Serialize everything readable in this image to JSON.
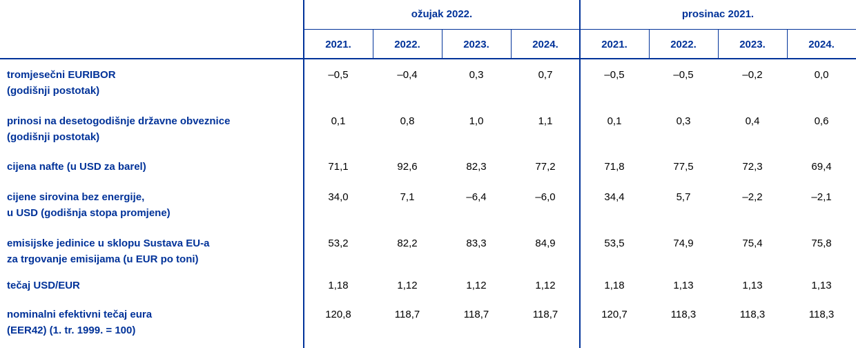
{
  "header": {
    "groups": [
      "ožujak 2022.",
      "prosinac 2021."
    ],
    "years": [
      "2021.",
      "2022.",
      "2023.",
      "2024.",
      "2021.",
      "2022.",
      "2023.",
      "2024."
    ]
  },
  "rows": [
    {
      "label": [
        "tromjesečni EURIBOR",
        "(godišnji postotak)"
      ],
      "values": [
        "–0,5",
        "–0,4",
        "0,3",
        "0,7",
        "–0,5",
        "–0,5",
        "–0,2",
        "0,0"
      ]
    },
    {
      "label": [
        "prinosi na desetogodišnje državne obveznice",
        "(godišnji postotak)"
      ],
      "values": [
        "0,1",
        "0,8",
        "1,0",
        "1,1",
        "0,1",
        "0,3",
        "0,4",
        "0,6"
      ]
    },
    {
      "label": [
        "cijena nafte (u USD za barel)",
        ""
      ],
      "values": [
        "71,1",
        "92,6",
        "82,3",
        "77,2",
        "71,8",
        "77,5",
        "72,3",
        "69,4"
      ]
    },
    {
      "label": [
        "cijene sirovina bez energije,",
        "u USD (godišnja stopa promjene)"
      ],
      "values": [
        "34,0",
        "7,1",
        "–6,4",
        "–6,0",
        "34,4",
        "5,7",
        "–2,2",
        "–2,1"
      ]
    },
    {
      "label": [
        "emisijske jedinice u sklopu Sustava EU-a",
        "za trgovanje emisijama (u EUR po toni)"
      ],
      "values": [
        "53,2",
        "82,2",
        "83,3",
        "84,9",
        "53,5",
        "74,9",
        "75,4",
        "75,8"
      ]
    },
    {
      "label": [
        "tečaj USD/EUR",
        ""
      ],
      "values": [
        "1,18",
        "1,12",
        "1,12",
        "1,12",
        "1,18",
        "1,13",
        "1,13",
        "1,13"
      ]
    },
    {
      "label": [
        "nominalni efektivni tečaj eura",
        "(EER42) (1. tr. 1999. = 100)"
      ],
      "values": [
        "120,8",
        "118,7",
        "118,7",
        "118,7",
        "120,7",
        "118,3",
        "118,3",
        "118,3"
      ]
    }
  ]
}
